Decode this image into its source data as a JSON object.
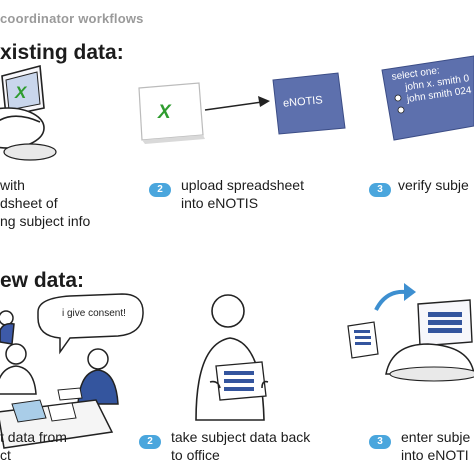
{
  "header": {
    "title": "coordinator workflows"
  },
  "existing": {
    "title": "xisting data:",
    "step1": {
      "lines": [
        "with",
        "dsheet of",
        "ng subject info"
      ]
    },
    "step2": {
      "number": "2",
      "lines": [
        "upload spreadsheet",
        "into eNOTIS"
      ],
      "screen_label": "eNOTIS"
    },
    "step3": {
      "number": "3",
      "lines": [
        "verify subje"
      ],
      "screen_lines": [
        "select one:",
        "john x. smith  0",
        "john smith 024"
      ]
    }
  },
  "new": {
    "title": "ew data:",
    "step1": {
      "lines": [
        "t data from",
        "ct"
      ],
      "speech": "i give consent!"
    },
    "step2": {
      "number": "2",
      "lines": [
        "take subject data back",
        "to office"
      ]
    },
    "step3": {
      "number": "3",
      "lines": [
        "enter subje",
        "into eNOTI"
      ]
    }
  },
  "colors": {
    "badge": "#4aa6dd",
    "screen": "#5d70ad",
    "arrow": "#3d8fd0",
    "logo": "#2f9c2f"
  }
}
